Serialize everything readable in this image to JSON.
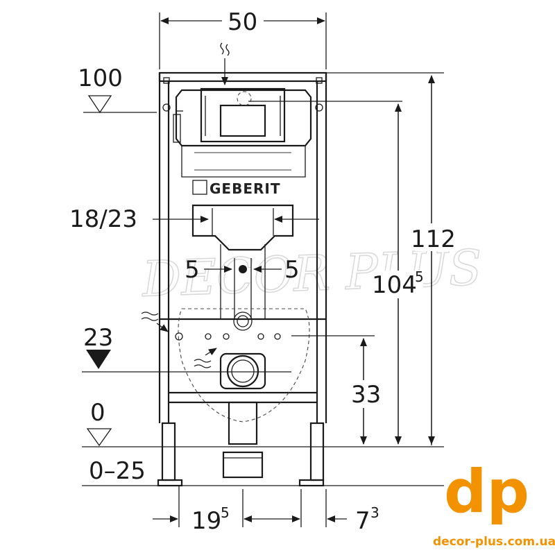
{
  "dimensions": {
    "width": "50",
    "top_level": "100",
    "side_gap": "18/23",
    "pipe_left": "5",
    "pipe_right": "5",
    "total_height": "112",
    "actuation_height_main": "104",
    "actuation_height_sup": "5",
    "drain_level": "23",
    "drain_height": "33",
    "floor_level": "0",
    "floor_range": "0–25",
    "bottom_left_main": "19",
    "bottom_left_sup": "5",
    "bottom_right_main": "7",
    "bottom_right_sup": "3"
  },
  "brand": {
    "name": "GEBERIT",
    "watermark": "DECOR PLUS"
  },
  "logo": {
    "mark": "dp",
    "url": "decor-plus.com.ua",
    "color": "#f39200"
  }
}
